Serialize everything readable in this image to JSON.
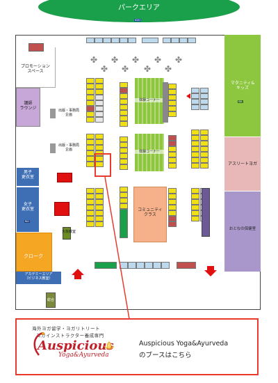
{
  "park": {
    "title": "パークエリア",
    "code": "02A1"
  },
  "left_zones": {
    "promotion": "プロモーション\nスペース",
    "lecture": "講師\nラウンジ",
    "mens_locker": "男子\n更衣室",
    "womens_locker": "女子\n更衣室",
    "cloak": "クローク",
    "academy": "アカデミーエリア\n（ビジネス教室）",
    "info": "総合"
  },
  "center_zones": {
    "publisher1": "出版・事務局\n企画",
    "publisher2": "出版・事務局\n企画",
    "seminar1": "体験コーナー",
    "seminar2": "体験コーナー",
    "community": "コミュニティ\nクラス",
    "lounge_small": "大坂教室"
  },
  "right_zones": {
    "maternity": "マタニティ&\nキッズ",
    "athlete": "アスリートヨガ",
    "adult": "おとなの保健室"
  },
  "colors": {
    "park_green": "#1aa04a",
    "floor_border": "#444444",
    "highlight": "#e83a2e",
    "booth_yellow": "#f0e014",
    "booth_green": "#8bc34a",
    "booth_red": "#c0504d",
    "zone_purple": "#c7a6d8",
    "zone_blue": "#3e6fb5",
    "zone_orange": "#f5a623",
    "zone_pink": "#e8b7b7",
    "zone_lavender": "#a997cc",
    "zone_lightgreen": "#8dc63f"
  },
  "callout": {
    "logo_top_line1": "海外ヨガ留学・ヨガリトリート",
    "logo_top_line2": "ヨガインストラクター養成専門",
    "logo_main": "Auspicious",
    "logo_sub": "Yoga&Ayurveda",
    "text_line1": "Auspicious Yoga&Ayurveda",
    "text_line2": "のブースはこちら"
  }
}
